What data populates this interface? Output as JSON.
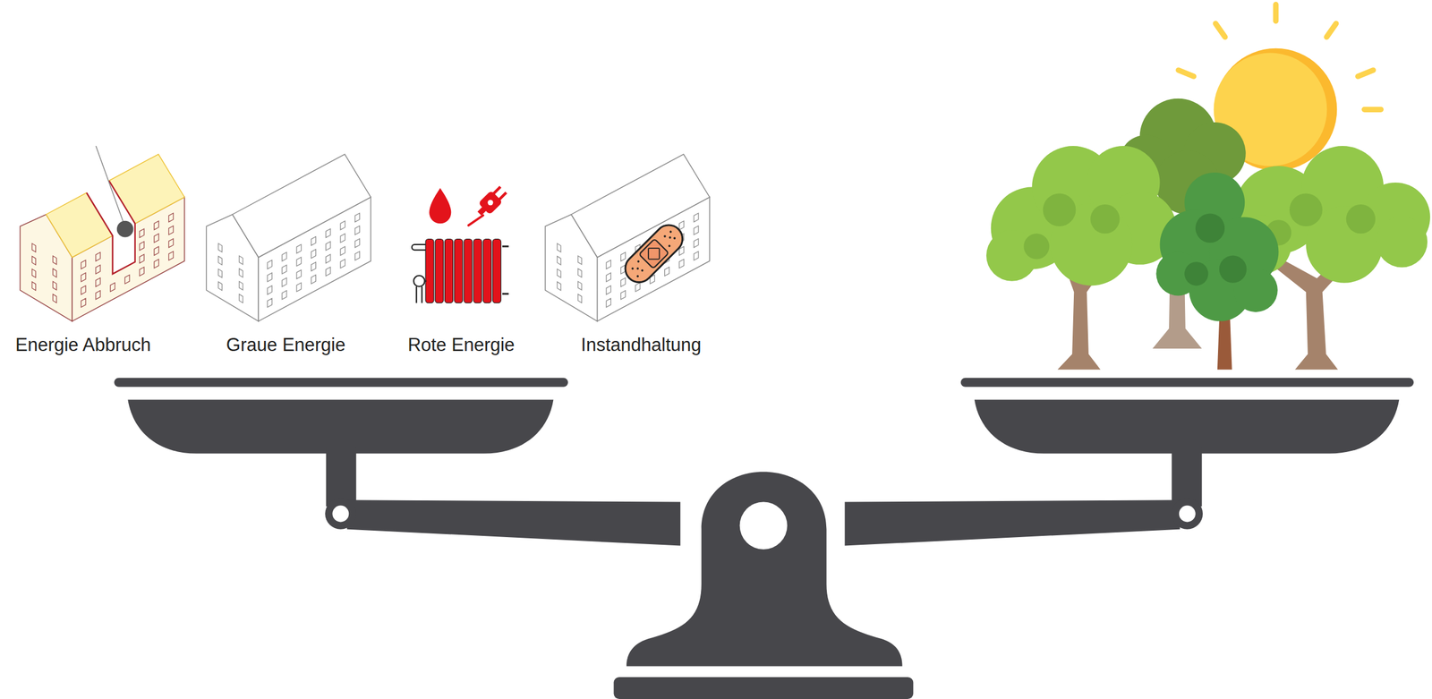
{
  "diagram": {
    "labels": [
      "Energie Abbruch",
      "Graue Energie",
      "Rote Energie",
      "Instandhaltung"
    ]
  }
}
